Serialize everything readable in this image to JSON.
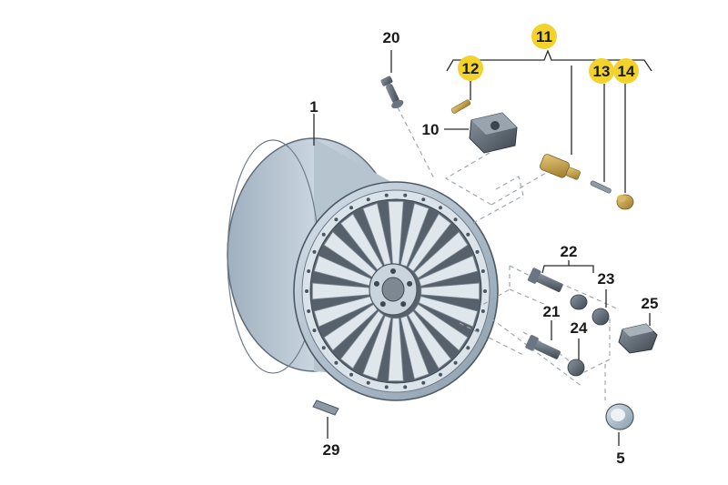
{
  "callouts": {
    "c1": "1",
    "c5": "5",
    "c10": "10",
    "c11": "11",
    "c12": "12",
    "c13": "13",
    "c14": "14",
    "c20": "20",
    "c21": "21",
    "c22": "22",
    "c23": "23",
    "c24": "24",
    "c25": "25",
    "c29": "29"
  },
  "colors": {
    "highlight": "#f2d32b",
    "wheel_fill": "#b9c7d3",
    "wheel_dark": "#6e7a86",
    "spoke_fill": "#dfe6ec",
    "part_dark": "#55606b",
    "brass": "#c9a24a"
  }
}
